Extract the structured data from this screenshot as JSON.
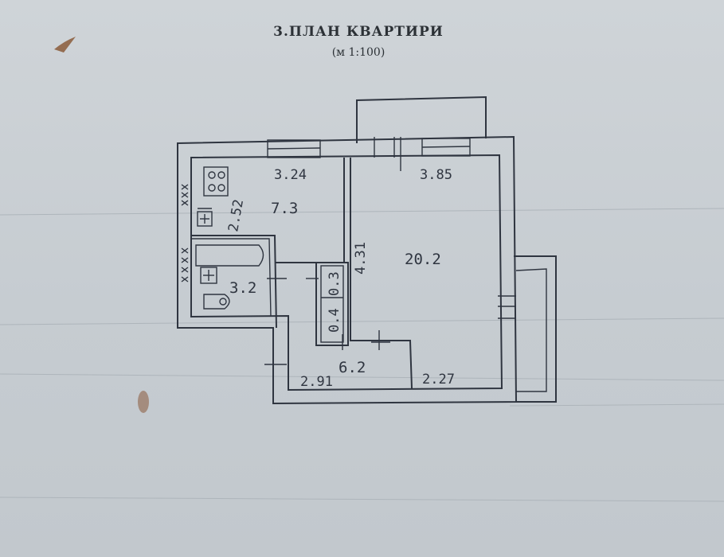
{
  "document": {
    "section_title": "3.ПЛАН КВАРТИРИ",
    "scale": "(м 1:100)"
  },
  "plan": {
    "rooms": {
      "kitchen_area": "7.3",
      "living_area": "20.2",
      "bathroom_area": "3.2",
      "hall_area": "6.2",
      "closet_upper_area": "0.3",
      "closet_lower_area": "0.4"
    },
    "dimensions": {
      "kitchen_width": "3.24",
      "kitchen_depth": "2.52",
      "living_width": "3.85",
      "living_depth": "4.31",
      "hall_width": "2.91",
      "living_lower_width": "2.27"
    },
    "icons": {
      "stove": "stove-icon",
      "sink": "sink-icon",
      "bathtub": "bathtub-icon",
      "toilet": "toilet-icon"
    }
  },
  "colors": {
    "paper": "#c9cfd3",
    "ink": "#2f3540",
    "stain": "#8a5a3a"
  }
}
